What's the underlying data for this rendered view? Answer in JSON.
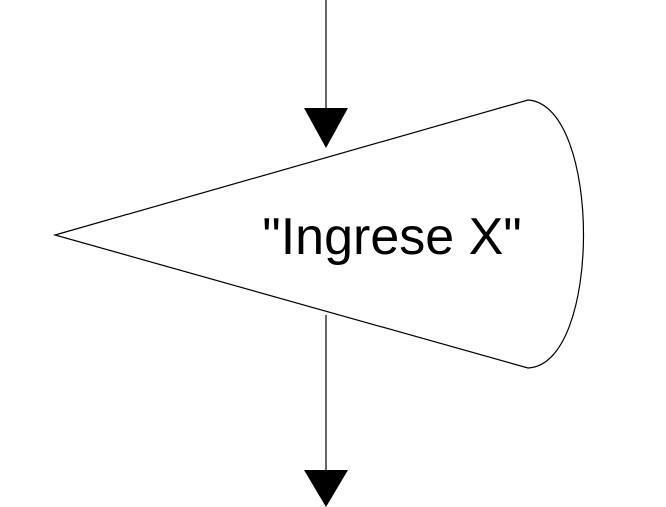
{
  "diagram": {
    "type": "flowchart",
    "nodes": [
      {
        "kind": "display",
        "label": "\"Ingrese X\""
      }
    ],
    "connectors": [
      {
        "direction": "down",
        "into": "display"
      },
      {
        "direction": "down",
        "out_of": "display"
      }
    ],
    "colors": {
      "stroke": "#000000",
      "fill": "#ffffff",
      "text": "#000000"
    }
  }
}
